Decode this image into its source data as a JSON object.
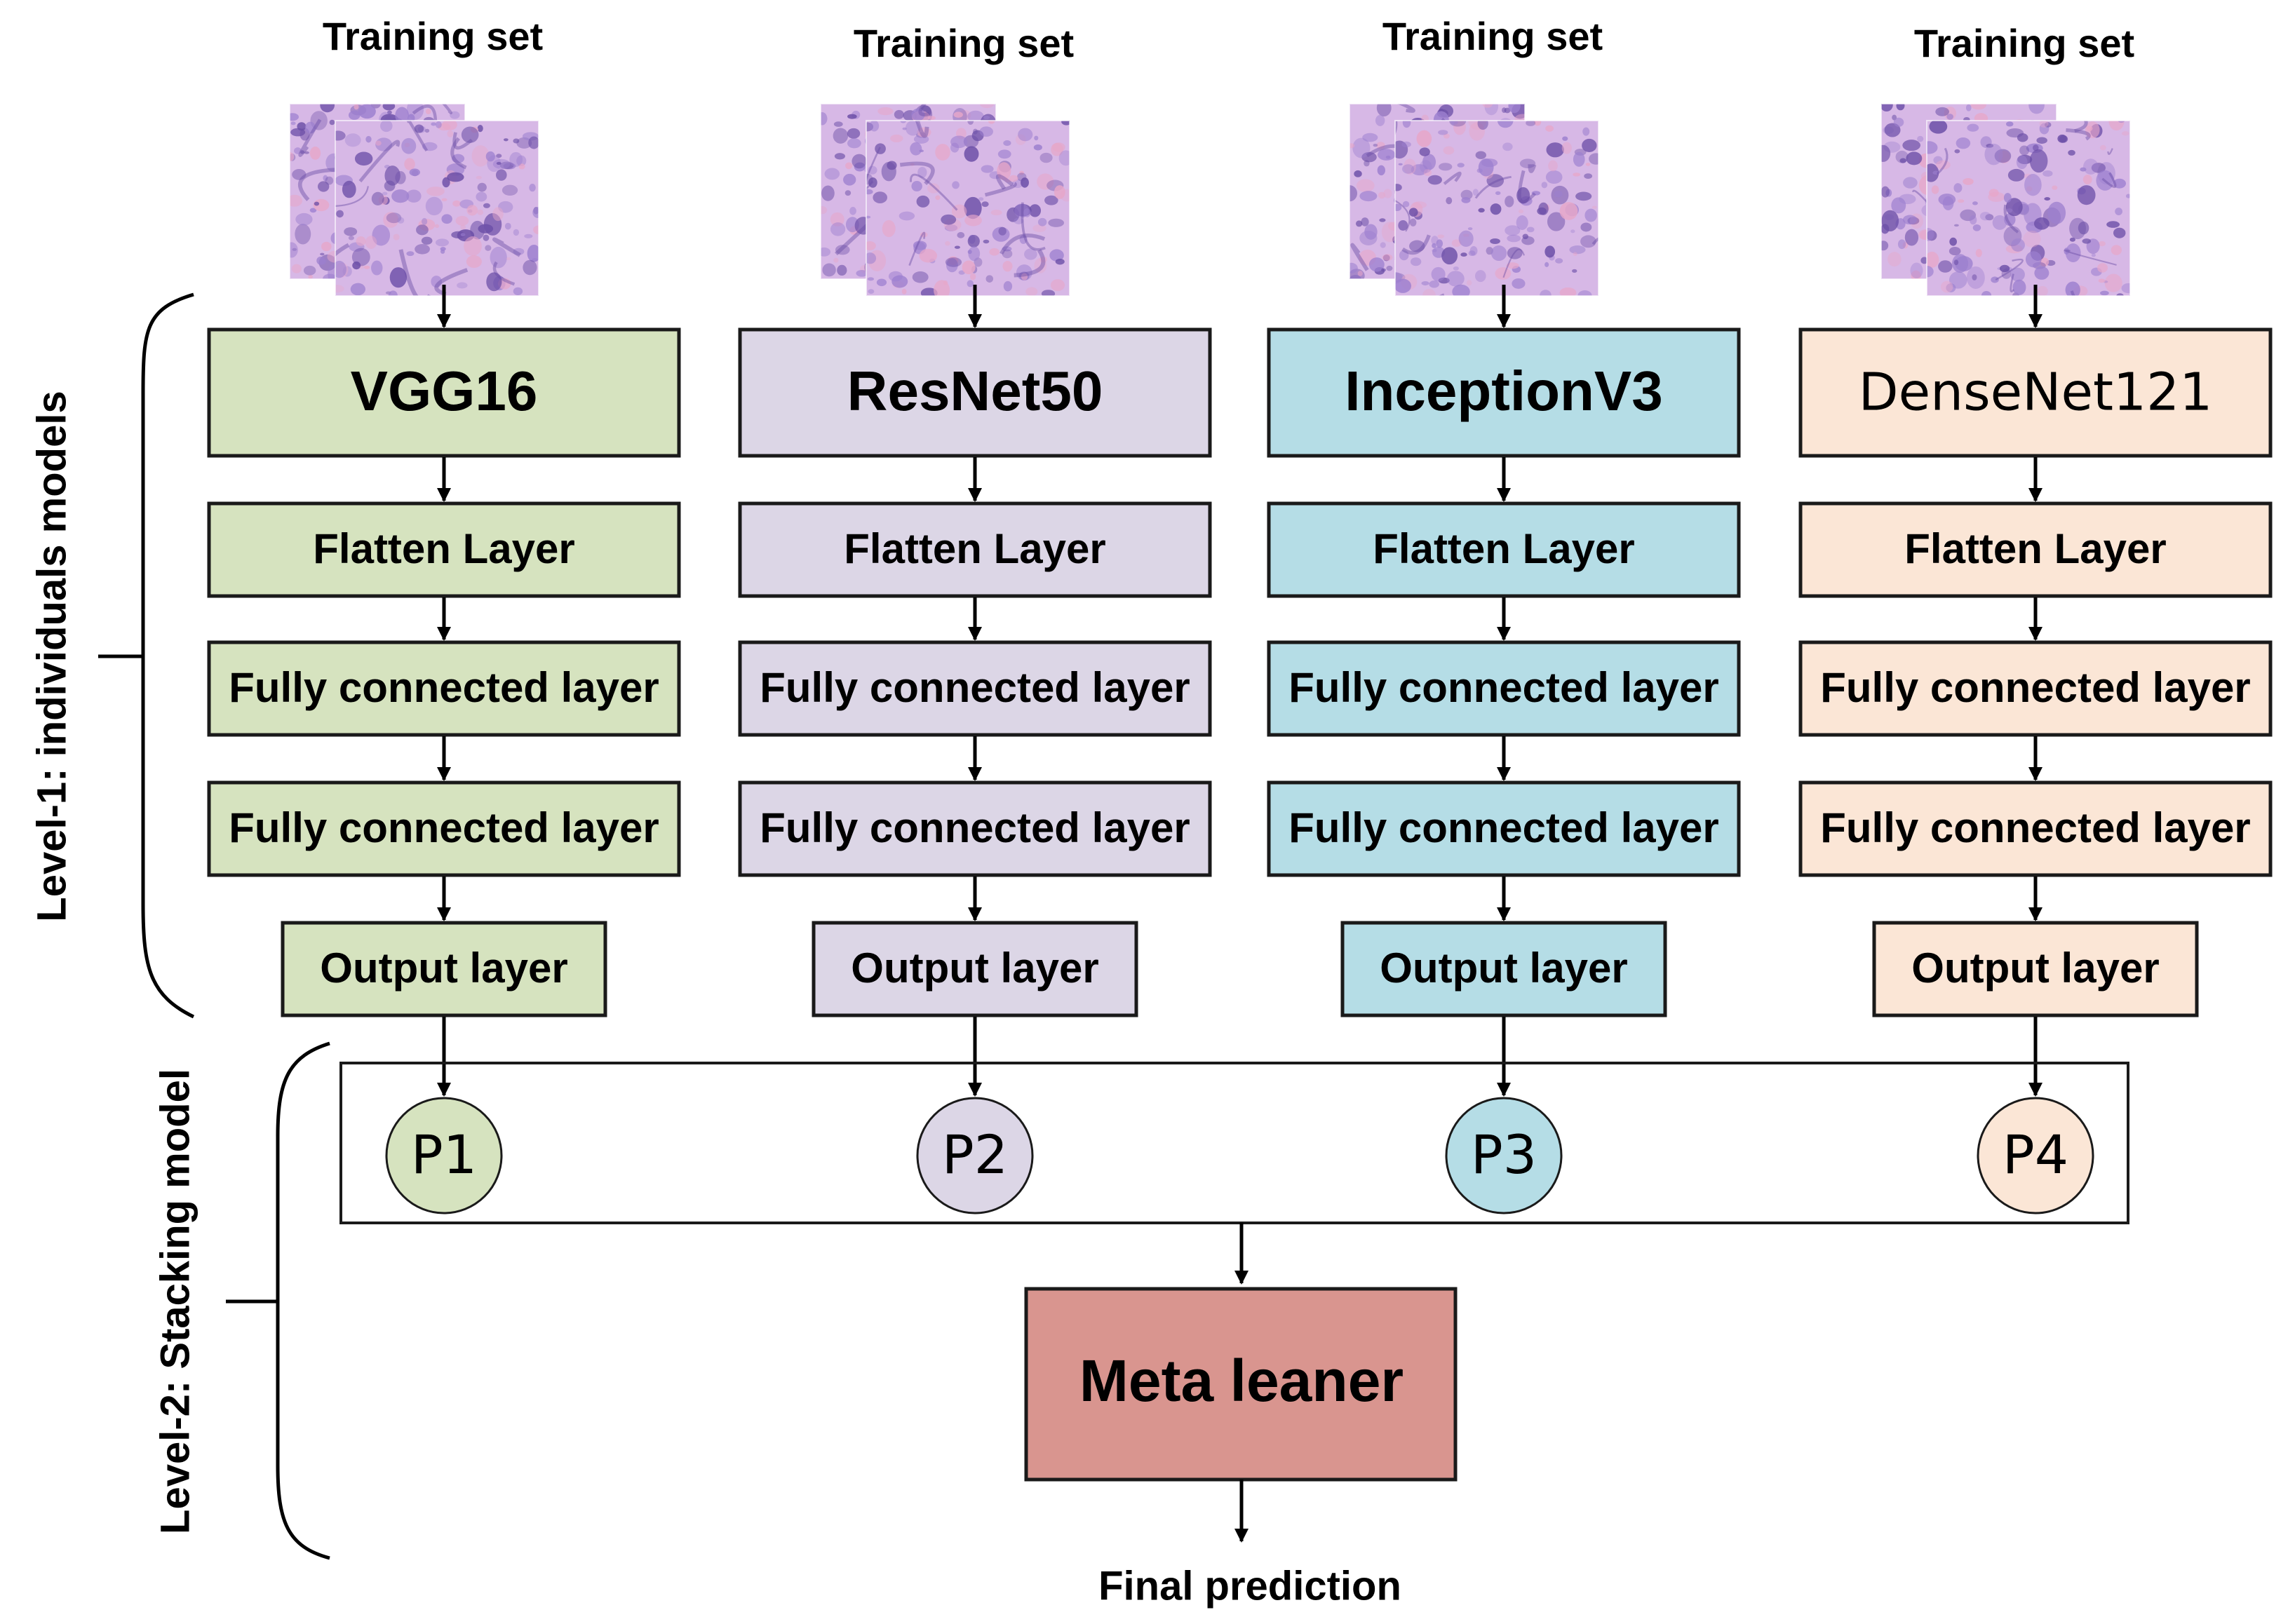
{
  "columns": [
    {
      "training_label": "Training set",
      "model": "VGG16",
      "model_style": "bold",
      "layers": [
        "Flatten Layer",
        "Fully connected layer",
        "Fully connected layer",
        "Output layer"
      ],
      "prediction": "P1",
      "color": "#d6e3bf"
    },
    {
      "training_label": "Training set",
      "model": "ResNet50",
      "model_style": "bold",
      "layers": [
        "Flatten Layer",
        "Fully connected layer",
        "Fully connected layer",
        "Output layer"
      ],
      "prediction": "P2",
      "color": "#dcd6e6"
    },
    {
      "training_label": "Training set",
      "model": "InceptionV3",
      "model_style": "bold",
      "layers": [
        "Flatten Layer",
        "Fully connected layer",
        "Fully connected layer",
        "Output layer"
      ],
      "prediction": "P3",
      "color": "#b5dde6"
    },
    {
      "training_label": "Training set",
      "model": "DenseNet121",
      "model_style": "normal",
      "layers": [
        "Flatten Layer",
        "Fully connected layer",
        "Fully connected layer",
        "Output layer"
      ],
      "prediction": "P4",
      "color": "#fbe6d6"
    }
  ],
  "level1_label": "Level-1: individuals models",
  "level2_label": "Level-2: Stacking model",
  "meta_learner": {
    "label": "Meta leaner",
    "color": "#d9958f"
  },
  "final_label": "Final prediction",
  "image_palette": {
    "base": "#d7b8e6",
    "stain_dark": "#6b4ea7",
    "stain_mid": "#9c7fcf",
    "stain_pink": "#e7a7c9"
  }
}
